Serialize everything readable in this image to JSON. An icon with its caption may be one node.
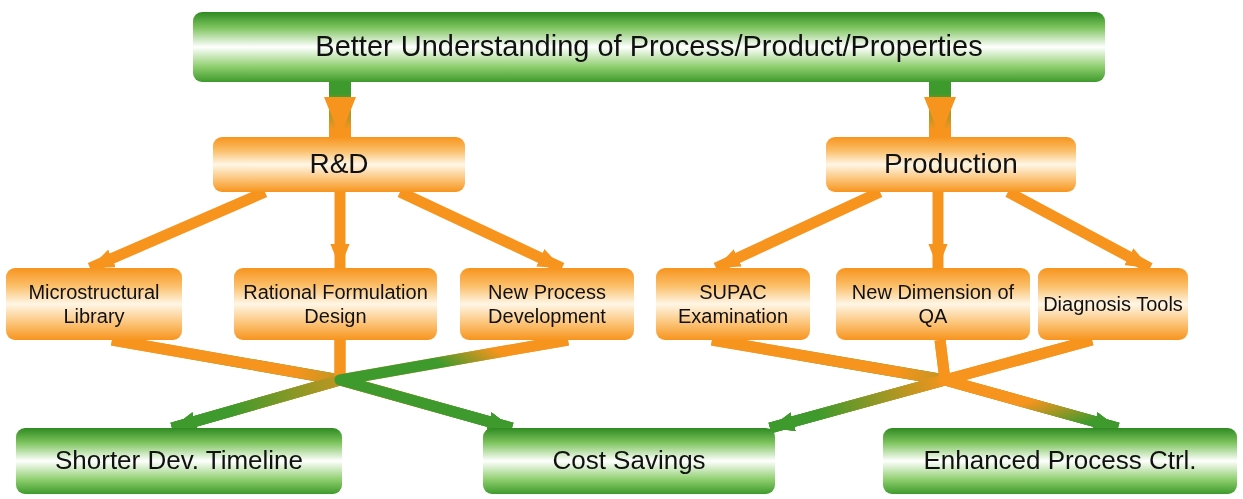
{
  "diagram": {
    "nodes": [
      {
        "text": [
          "Better Understanding of Process/Product/Properties"
        ]
      },
      {
        "text": [
          "R&D"
        ]
      },
      {
        "text": [
          "Production"
        ]
      },
      {
        "text": [
          "Microstructural Library"
        ]
      },
      {
        "text": [
          "Rational Formulation Design"
        ]
      },
      {
        "text": [
          "New Process Development"
        ]
      },
      {
        "text": [
          "SUPAC Examination"
        ]
      },
      {
        "text": [
          "New Dimension of QA"
        ]
      },
      {
        "text": [
          "Diagnosis Tools"
        ]
      },
      {
        "text": [
          "Shorter Dev. Timeline"
        ]
      },
      {
        "text": [
          "Cost Savings"
        ]
      },
      {
        "text": [
          "Enhanced Process Ctrl."
        ]
      }
    ],
    "edges": [
      {
        "from": 0,
        "to": 1,
        "arrow": "to",
        "style": "thick"
      },
      {
        "from": 0,
        "to": 2,
        "arrow": "to",
        "style": "thick"
      },
      {
        "from": 1,
        "to": 3,
        "arrow": "to"
      },
      {
        "from": 1,
        "to": 4,
        "arrow": "to"
      },
      {
        "from": 1,
        "to": 5,
        "arrow": "to"
      },
      {
        "from": 2,
        "to": 6,
        "arrow": "to"
      },
      {
        "from": 2,
        "to": 7,
        "arrow": "to"
      },
      {
        "from": 2,
        "to": 8,
        "arrow": "to"
      },
      {
        "from": 3,
        "to": 9,
        "arrow": "to"
      },
      {
        "from": 3,
        "to": 10,
        "arrow": "to"
      },
      {
        "from": 4,
        "to": 9,
        "arrow": "to"
      },
      {
        "from": 4,
        "to": 10,
        "arrow": "to"
      },
      {
        "from": 5,
        "to": 9,
        "arrow": "to"
      },
      {
        "from": 5,
        "to": 10,
        "arrow": "to"
      },
      {
        "from": 6,
        "to": 10,
        "arrow": "to"
      },
      {
        "from": 6,
        "to": 11,
        "arrow": "to"
      },
      {
        "from": 7,
        "to": 10,
        "arrow": "to"
      },
      {
        "from": 7,
        "to": 11,
        "arrow": "to"
      },
      {
        "from": 8,
        "to": 10,
        "arrow": "to"
      },
      {
        "from": 8,
        "to": 11,
        "arrow": "to"
      }
    ]
  }
}
